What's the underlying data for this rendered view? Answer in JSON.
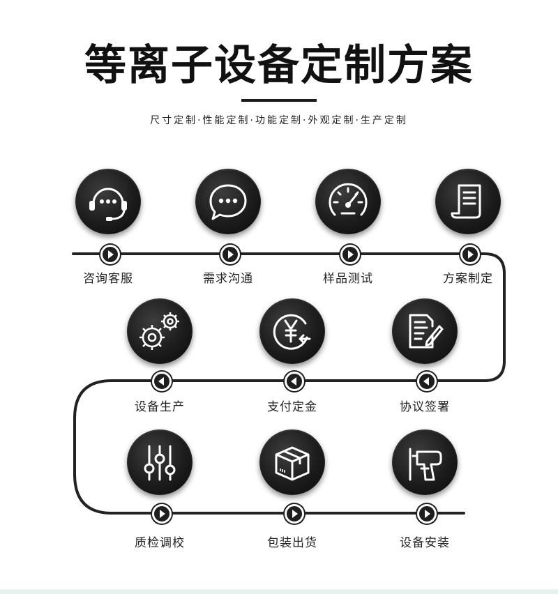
{
  "title": "等离子设备定制方案",
  "subtitle": "尺寸定制·性能定制·功能定制·外观定制·生产定制",
  "steps": [
    {
      "label": "咨询客服",
      "icon": "headset-icon",
      "direction": "right"
    },
    {
      "label": "需求沟通",
      "icon": "chat-bubble-icon",
      "direction": "right"
    },
    {
      "label": "样品测试",
      "icon": "gauge-icon",
      "direction": "right"
    },
    {
      "label": "方案制定",
      "icon": "document-scroll-icon",
      "direction": "right"
    },
    {
      "label": "协议签署",
      "icon": "sign-document-icon",
      "direction": "left"
    },
    {
      "label": "支付定金",
      "icon": "yen-payment-icon",
      "direction": "left"
    },
    {
      "label": "设备生产",
      "icon": "gears-icon",
      "direction": "left"
    },
    {
      "label": "质检调校",
      "icon": "sliders-icon",
      "direction": "right"
    },
    {
      "label": "包装出货",
      "icon": "package-box-icon",
      "direction": "right"
    },
    {
      "label": "设备安装",
      "icon": "drill-icon",
      "direction": "right"
    }
  ],
  "colors": {
    "line": "#222222",
    "circle": "#1c1c1c",
    "icon_stroke": "#ffffff",
    "footer_strip": "#e6f2ee"
  }
}
